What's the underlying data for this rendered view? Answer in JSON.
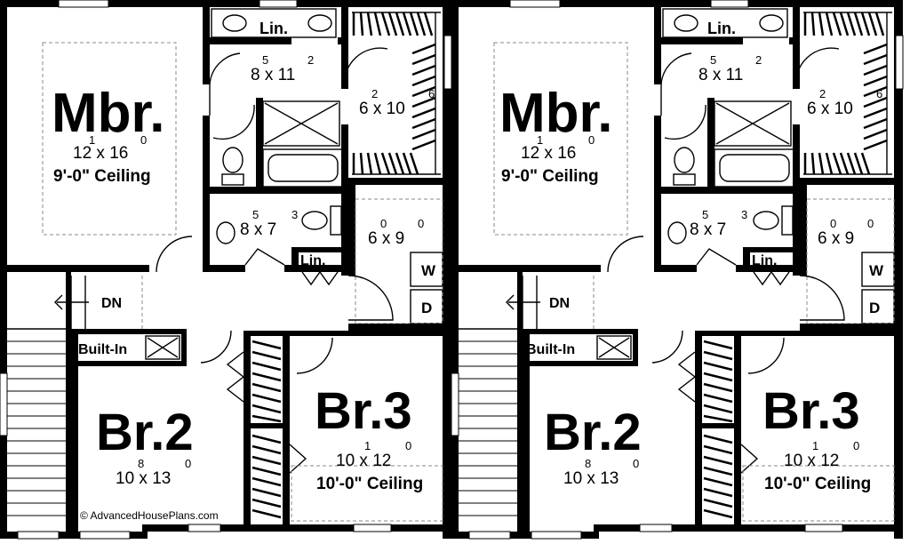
{
  "copyright": "© AdvancedHousePlans.com",
  "units": [
    {
      "lin_top": "Lin.",
      "lin_hall": "Lin.",
      "washer": "W",
      "dryer": "D",
      "stair": "DN",
      "built_in": "Built-In",
      "mbr": {
        "name": "Mbr.",
        "dim": "12 x 16",
        "w_in": "1",
        "l_in": "0",
        "ceiling": "9'-0\" Ceiling"
      },
      "mbath": {
        "dim": "8 x 11",
        "w_in": "5",
        "l_in": "2"
      },
      "wic": {
        "dim": "6 x 10",
        "w_in": "2",
        "l_in": "6"
      },
      "bath": {
        "dim": "8 x 7",
        "w_in": "5",
        "l_in": "3"
      },
      "laundry": {
        "dim": "6 x 9",
        "w_in": "0",
        "l_in": "0"
      },
      "br2": {
        "name": "Br.2",
        "dim": "10 x 13",
        "w_in": "8",
        "l_in": "0"
      },
      "br3": {
        "name": "Br.3",
        "dim": "10 x 12",
        "w_in": "1",
        "l_in": "0",
        "ceiling": "10'-0\" Ceiling"
      }
    },
    {
      "lin_top": "Lin.",
      "lin_hall": "Lin.",
      "washer": "W",
      "dryer": "D",
      "stair": "DN",
      "built_in": "Built-In",
      "mbr": {
        "name": "Mbr.",
        "dim": "12 x 16",
        "w_in": "1",
        "l_in": "0",
        "ceiling": "9'-0\" Ceiling"
      },
      "mbath": {
        "dim": "8 x 11",
        "w_in": "5",
        "l_in": "2"
      },
      "wic": {
        "dim": "6 x 10",
        "w_in": "2",
        "l_in": "6"
      },
      "bath": {
        "dim": "8 x 7",
        "w_in": "5",
        "l_in": "3"
      },
      "laundry": {
        "dim": "6 x 9",
        "w_in": "0",
        "l_in": "0"
      },
      "br2": {
        "name": "Br.2",
        "dim": "10 x 13",
        "w_in": "8",
        "l_in": "0"
      },
      "br3": {
        "name": "Br.3",
        "dim": "10 x 12",
        "w_in": "1",
        "l_in": "0",
        "ceiling": "10'-0\" Ceiling"
      }
    }
  ]
}
